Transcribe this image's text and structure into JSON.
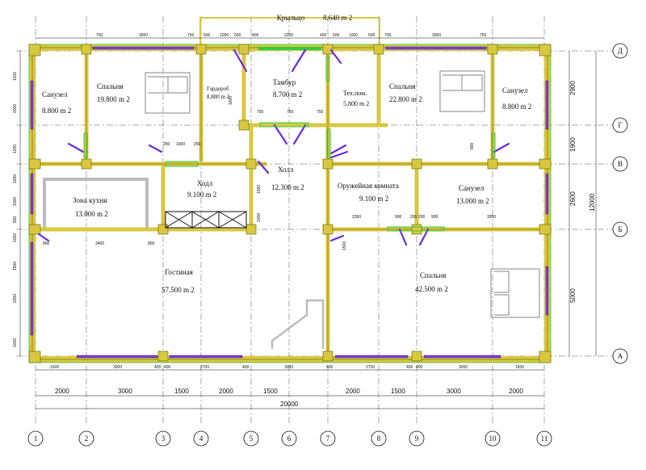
{
  "porch": {
    "label": "Крыльцо",
    "area": "8.640 m 2"
  },
  "rooms": [
    {
      "id": "sanuzel-left",
      "name": "Санузел",
      "area": "8.800 m 2"
    },
    {
      "id": "spalnya-1",
      "name": "Спальня",
      "area": "19.800 m 2"
    },
    {
      "id": "garderob",
      "name": "Гардероб",
      "area": "8.800 m 2"
    },
    {
      "id": "tambur",
      "name": "Тамбур",
      "area": "8.700 m 2"
    },
    {
      "id": "tekhpom",
      "name": "Тех.пом.",
      "area": "5.800 m 2"
    },
    {
      "id": "spalnya-2",
      "name": "Спальня",
      "area": "22.800 m 2"
    },
    {
      "id": "sanuzel-right",
      "name": "Санузел",
      "area": "8.800 m 2"
    },
    {
      "id": "khod-left",
      "name": "Ходл",
      "area": "9.100 m 2"
    },
    {
      "id": "kholl",
      "name": "Холл",
      "area": "12.300 m 2"
    },
    {
      "id": "oruzheynaya",
      "name": "Оружейная комната",
      "area": "9.100 m 2"
    },
    {
      "id": "sanuzel-mid",
      "name": "Санузел",
      "area": "13.000 m 2"
    },
    {
      "id": "zona-kukhni",
      "name": "Зона кухни",
      "area": "13.000 m 2"
    },
    {
      "id": "gostinaya",
      "name": "Гостиная",
      "area": "57.500 m 2"
    },
    {
      "id": "spalnya-3",
      "name": "Спальня",
      "area": "42.500 m 2"
    }
  ],
  "axes_cols": [
    "1",
    "2",
    "3",
    "4",
    "5",
    "6",
    "7",
    "8",
    "9",
    "10",
    "11"
  ],
  "axes_rows": [
    "Д",
    "Г",
    "В",
    "Б",
    "А"
  ],
  "dims_bottom_mid": [
    "2000",
    "3000",
    "1500",
    "2000",
    "1500",
    "2000",
    "1500",
    "3000",
    "2000"
  ],
  "dims_bottom_total": "20000",
  "dims_bottom_top": [
    "1600",
    "3000",
    "400",
    "400",
    "2700",
    "400",
    "3000",
    "400",
    "2700",
    "400",
    "400",
    "3000",
    "1600"
  ],
  "dims_top": [
    "750",
    "3000",
    "750",
    "500",
    "1000",
    "500",
    "400",
    "2200",
    "400",
    "500",
    "1000",
    "500",
    "750",
    "3000",
    "750"
  ],
  "dims_right": [
    "2900",
    "1900",
    "2600",
    "5000"
  ],
  "dims_right_total": "12000",
  "dims_left": [
    "1200",
    "2000",
    "1200",
    "1000",
    "1000",
    "800",
    "1000",
    "1500",
    "2000",
    "1000"
  ],
  "dims_inner": [
    "250",
    "1000",
    "250",
    "3400",
    "800",
    "800",
    "750",
    "750",
    "750",
    "1600",
    "2350",
    "900",
    "200",
    "200",
    "900",
    "3950",
    "800",
    "1500",
    "1000",
    "1000"
  ]
}
